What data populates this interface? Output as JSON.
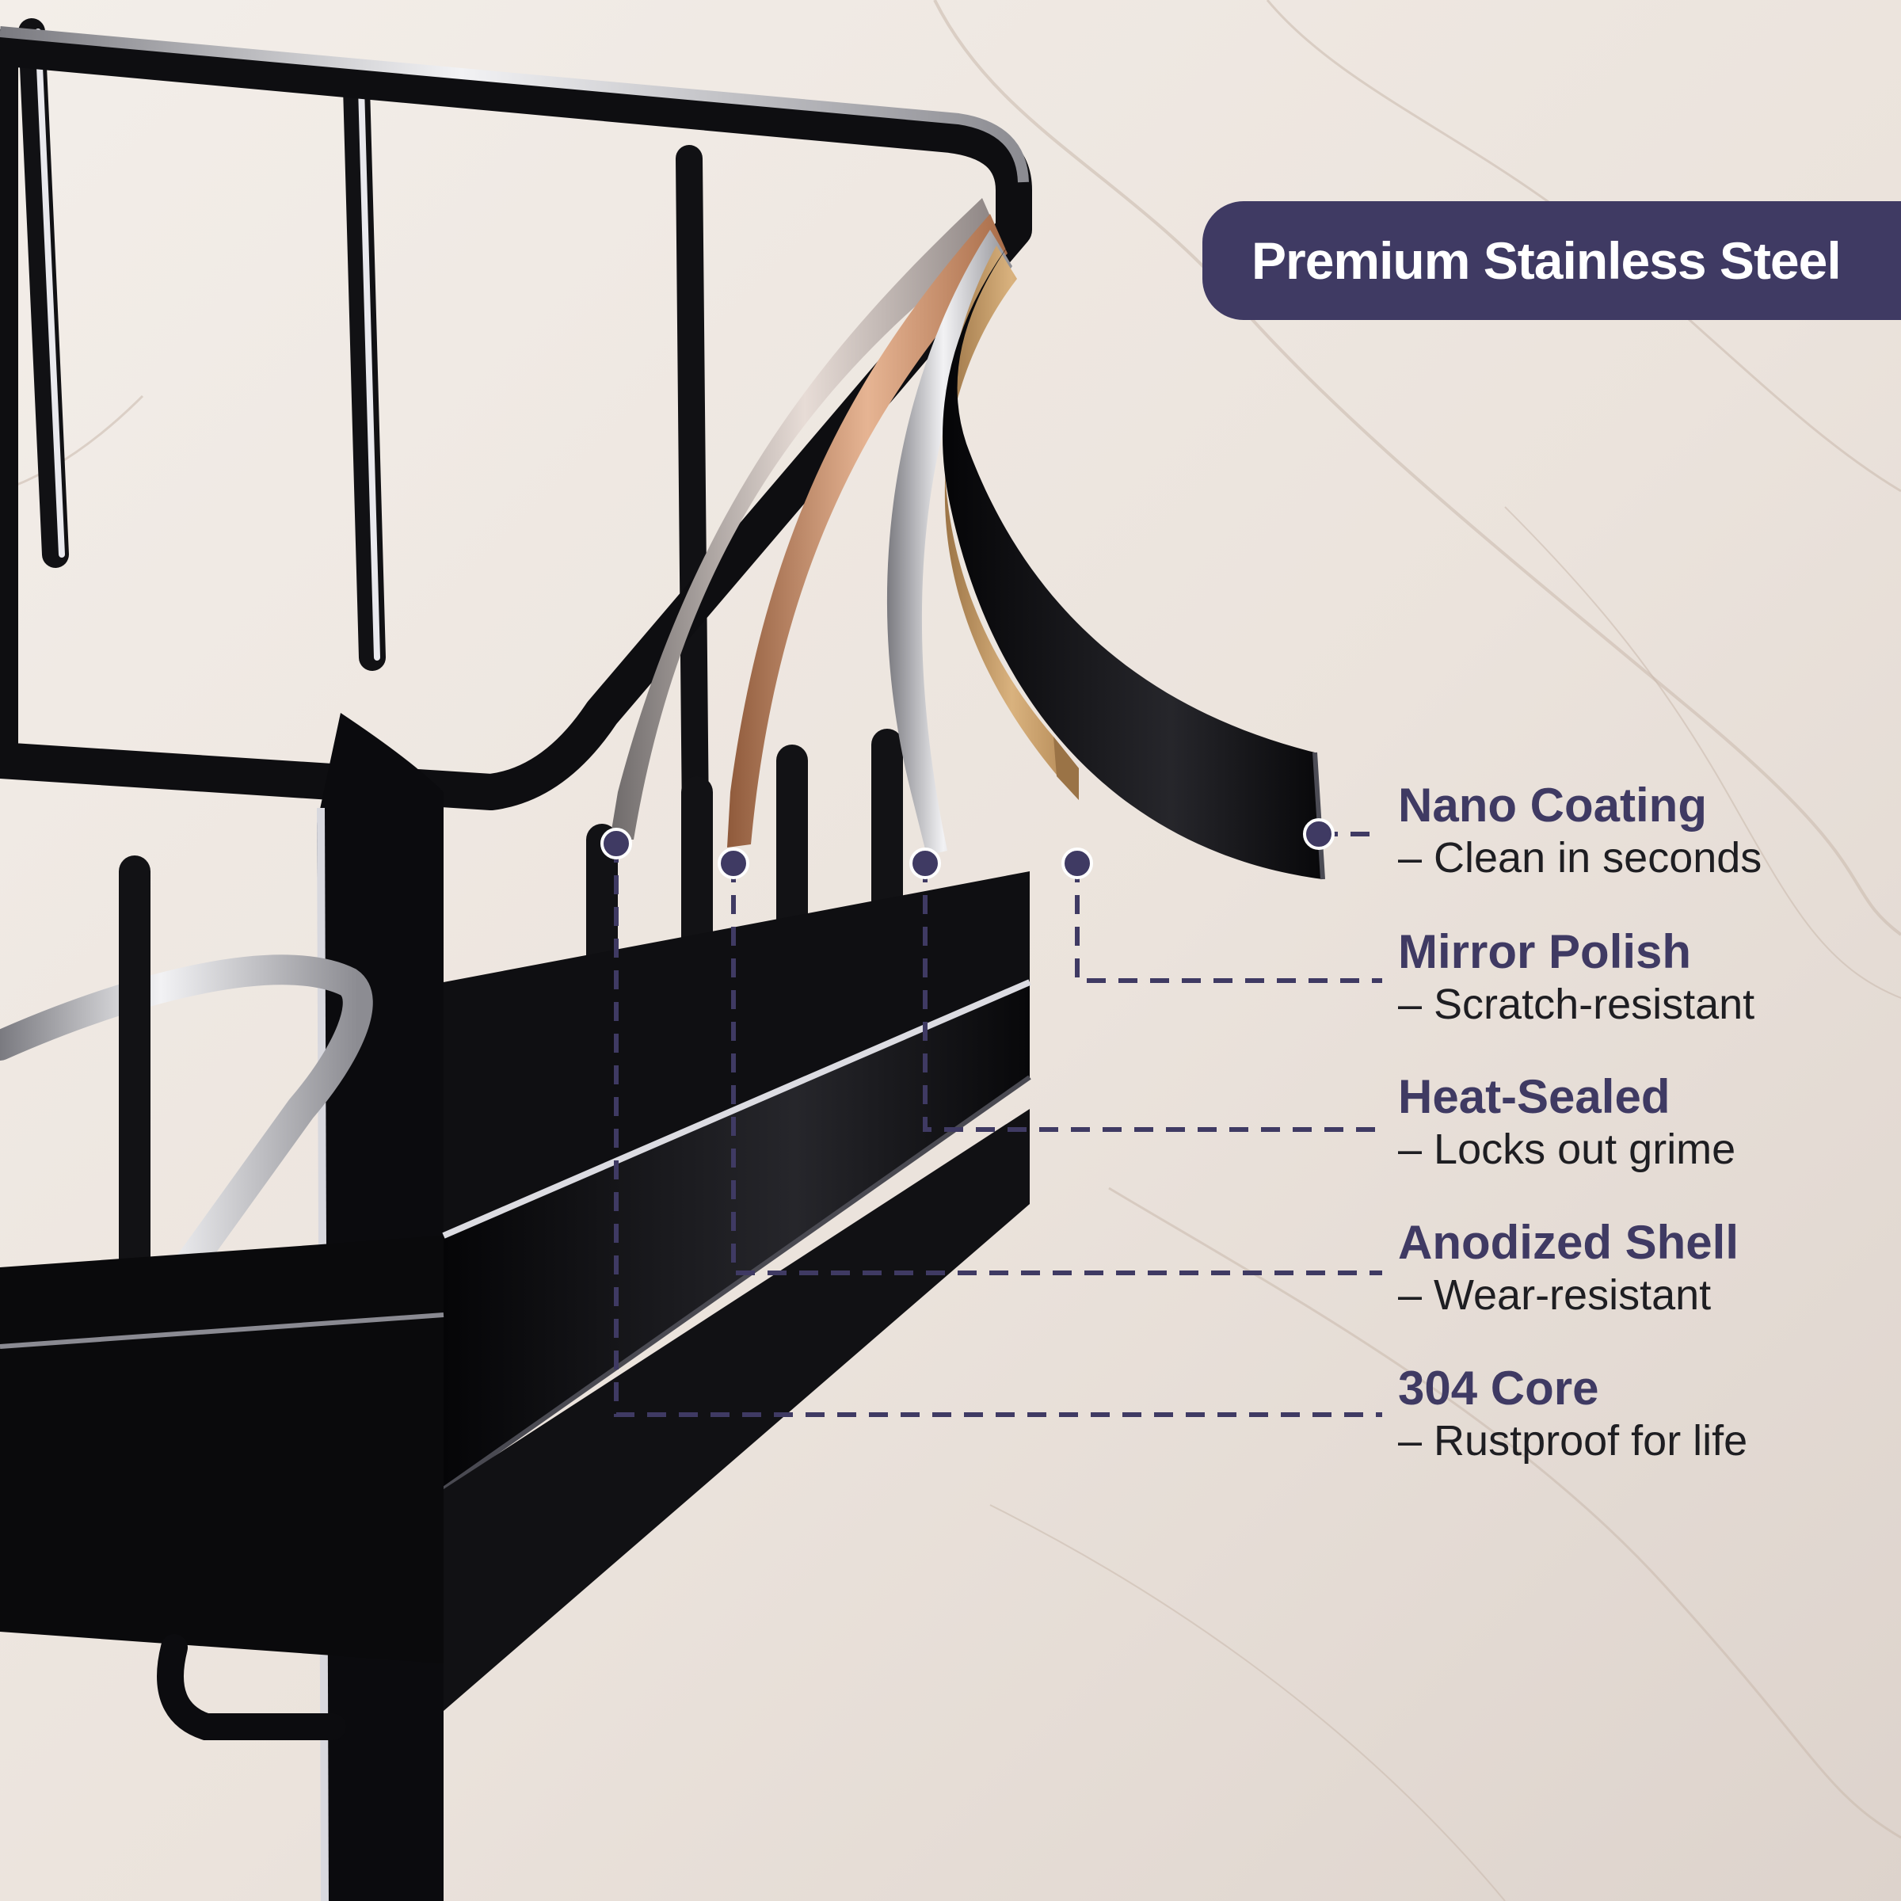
{
  "colors": {
    "accent": "#3f3a63",
    "marble": "#ebe4de",
    "rack_black": "#0d0d10",
    "chrome": "#c9c9ce",
    "copper": "#c98a5d",
    "brass": "#c9a16b"
  },
  "badge": {
    "title": "Premium Stainless Steel"
  },
  "features": [
    {
      "title": "Nano Coating",
      "desc": "– Clean in seconds"
    },
    {
      "title": "Mirror Polish",
      "desc": "– Scratch-resistant"
    },
    {
      "title": "Heat-Sealed",
      "desc": "– Locks out grime"
    },
    {
      "title": "Anodized Shell",
      "desc": "– Wear-resistant"
    },
    {
      "title": "304 Core",
      "desc": "– Rustproof for life"
    }
  ]
}
